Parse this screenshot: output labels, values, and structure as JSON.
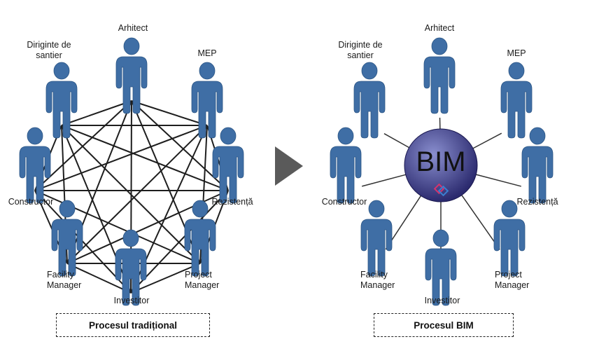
{
  "left_panel": {
    "roles": [
      {
        "lines": [
          "Arhitect"
        ],
        "icon": "person-icon"
      },
      {
        "lines": [
          "MEP"
        ],
        "icon": "person-icon"
      },
      {
        "lines": [
          "Rezistență"
        ],
        "icon": "person-icon"
      },
      {
        "lines": [
          "Project",
          "Manager"
        ],
        "icon": "person-icon"
      },
      {
        "lines": [
          "Investitor"
        ],
        "icon": "person-icon"
      },
      {
        "lines": [
          "Facility",
          "Manager"
        ],
        "icon": "person-icon"
      },
      {
        "lines": [
          "Constructor"
        ],
        "icon": "person-icon"
      },
      {
        "lines": [
          "Diriginte de",
          "santier"
        ],
        "icon": "person-icon"
      }
    ],
    "caption": "Procesul tradițional"
  },
  "right_panel": {
    "hub_label": "BIM",
    "roles": [
      {
        "lines": [
          "Arhitect"
        ],
        "icon": "person-icon"
      },
      {
        "lines": [
          "MEP"
        ],
        "icon": "person-icon"
      },
      {
        "lines": [
          "Rezistență"
        ],
        "icon": "person-icon"
      },
      {
        "lines": [
          "Project",
          "Manager"
        ],
        "icon": "person-icon"
      },
      {
        "lines": [
          "Investitor"
        ],
        "icon": "person-icon"
      },
      {
        "lines": [
          "Facility",
          "Manager"
        ],
        "icon": "person-icon"
      },
      {
        "lines": [
          "Constructor"
        ],
        "icon": "person-icon"
      },
      {
        "lines": [
          "Diriginte de",
          "santier"
        ],
        "icon": "person-icon"
      }
    ],
    "caption": "Procesul BIM"
  },
  "colors": {
    "person": "#3f6ea5",
    "person_edge": "#2c5685",
    "line": "#1e1e1e",
    "arrow": "#5a5a5a",
    "hub_dark": "#2b2a6e",
    "hub_light": "#8a8fcf"
  }
}
